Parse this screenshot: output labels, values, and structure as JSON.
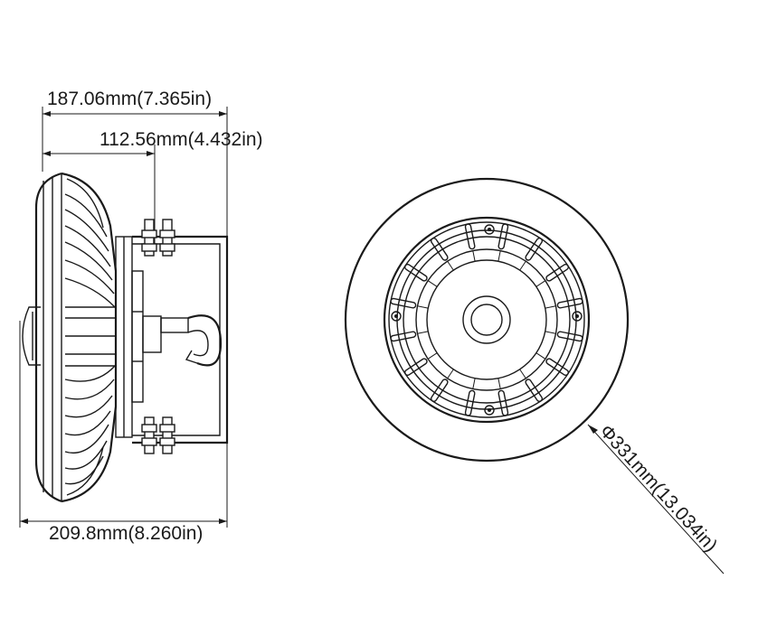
{
  "dimensions": {
    "width_187": "187.06mm(7.365in)",
    "width_112": "112.56mm(4.432in)",
    "width_209": "209.8mm(8.260in)",
    "diameter": "Φ331mm(13.034in)"
  },
  "colors": {
    "line": "#1a1a1a",
    "background": "#ffffff"
  }
}
